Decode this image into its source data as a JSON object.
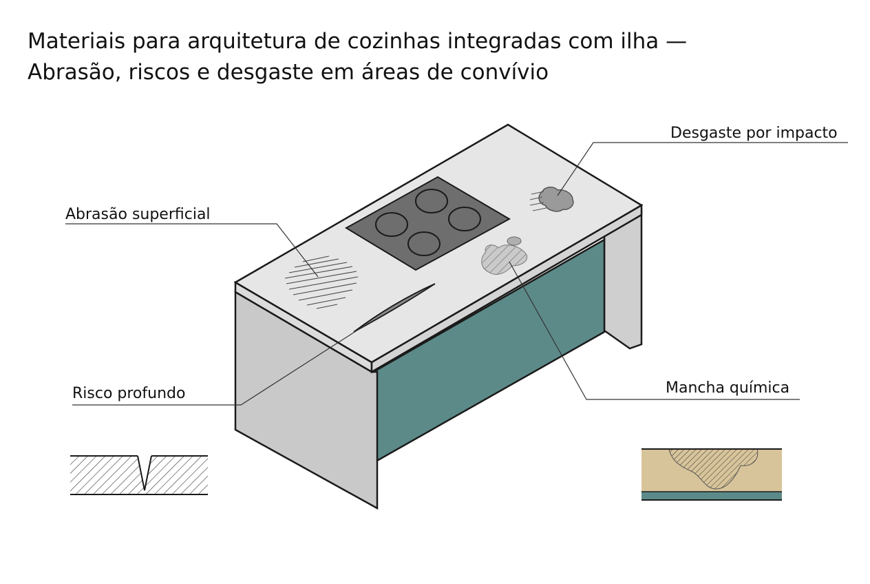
{
  "title": {
    "line1": "Materiais para arquitetura de cozinhas integradas com ilha —",
    "line2": "Abrasão, riscos e desgaste em áreas de convívio"
  },
  "labels": {
    "impact": "Desgaste por impacto",
    "abrasion": "Abrasão superficial",
    "scratch": "Risco profundo",
    "stain": "Mancha química"
  },
  "colors": {
    "countertop": "#e6e6e6",
    "cabinet_side": "#c9c9c9",
    "panel_teal": "#5c8a89",
    "cooktop": "#6e6e6e",
    "stain_sample": "#d8c49a",
    "line": "#1a1a1a"
  }
}
